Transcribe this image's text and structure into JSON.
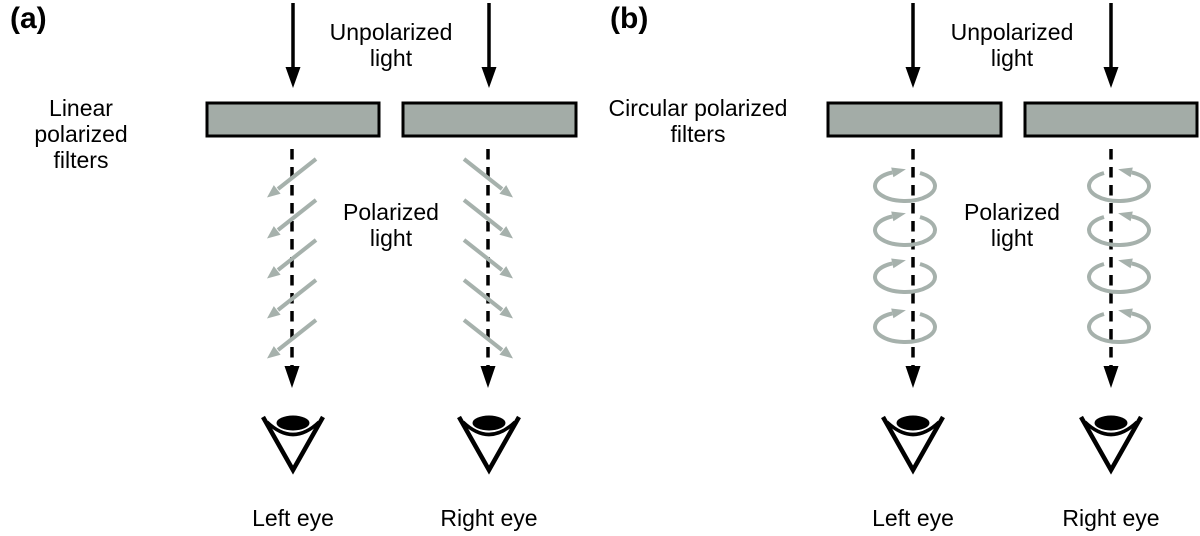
{
  "figure": {
    "panels": [
      {
        "tag": "(a)",
        "filter_label": "Linear polarized\nfilters",
        "unpolarized_label": "Unpolarized\nlight",
        "polarized_label": "Polarized\nlight",
        "left_eye_label": "Left eye",
        "right_eye_label": "Right eye",
        "rays_per_beam": 5,
        "ray_icon": "diagonal-polarized-ray-arrow"
      },
      {
        "tag": "(b)",
        "filter_label": "Circular polarized\nfilters",
        "unpolarized_label": "Unpolarized\nlight",
        "polarized_label": "Polarized\nlight",
        "left_eye_label": "Left eye",
        "right_eye_label": "Right eye",
        "rays_per_beam": 4,
        "ray_icon": "circular-rotation-loop-arrow"
      }
    ],
    "icons": {
      "unpolarized-light-arrow": "straight down arrow",
      "beam-axis": "vertical dashed line with down arrowhead",
      "diagonal-polarized-ray-arrow": "gray diagonal double-slash arrow",
      "circular-rotation-loop-arrow": "gray elliptical loop with arrowhead",
      "eye-icon": "V-shaped eye symbol with black lens and eyelid arc"
    },
    "colors": {
      "ray_gray": "#a6b1ac",
      "filter_fill": "#a3aca7",
      "ink": "#000000",
      "background": "#ffffff"
    }
  }
}
